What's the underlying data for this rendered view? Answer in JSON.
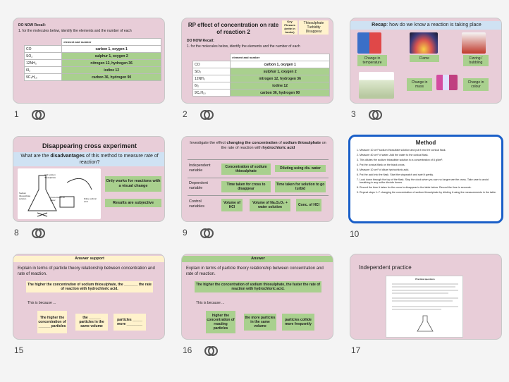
{
  "slides": [
    {
      "num": "1",
      "linked": true,
      "do_now": "DO NOW Recall:",
      "instruction": "1.   for the molecules below, identify the elements and the number of each",
      "table_header": "element and number",
      "rows": [
        {
          "f": "CO",
          "v": "carbon 1, oxygen 1"
        },
        {
          "f": "SO₂",
          "v": "sulphur 1, oxygen 2"
        },
        {
          "f": "12NH₃",
          "v": "nitrogen 12, hydrogen 36"
        },
        {
          "f": "6I₂",
          "v": "iodine 12"
        },
        {
          "f": "9C₄H₁₀",
          "v": "carbon 36, hydrogen 90"
        }
      ]
    },
    {
      "num": "2",
      "linked": true,
      "title": "RP effect of concentration on rate of reaction 2",
      "key_phrases": "Key Phrases (write in books)",
      "phrases": "Thiosulphate Turbidity Disappear",
      "do_now": "DO NOW Recall:",
      "instruction": "1.   for the molecules below, identify the elements and the number of each",
      "table_header": "element and number",
      "rows": [
        {
          "f": "CO",
          "v": "carbon 1, oxygen 1"
        },
        {
          "f": "SO₂",
          "v": "sulphur 1, oxygen 2"
        },
        {
          "f": "12NH₃",
          "v": "nitrogen 12, hydrogen 36"
        },
        {
          "f": "6I₂",
          "v": "iodine 12"
        },
        {
          "f": "9C₄H₁₀",
          "v": "carbon 36, hydrogen 90"
        }
      ]
    },
    {
      "num": "3",
      "linked": true,
      "title_bold": "Recap",
      "title_rest": ": how do we know a reaction is taking place",
      "labels": [
        "Change in temperature",
        "Flame",
        "Fizzing / bubbling",
        "Change in mass",
        "Change in colour"
      ]
    },
    {
      "num": "8",
      "linked": true,
      "title": "Disappearing cross experiment",
      "question_pre": "What are the ",
      "question_bold": "disadvantages",
      "question_post": " of this method to measure rate of reaction?",
      "answers": [
        "Only works for reactions with a visual change",
        "Results are subjective"
      ],
      "diagram_labels": [
        "Add sodium thiosulphate",
        "Cross drawn on paper",
        "Sodium thiosulphate solution",
        "Dilute sulfuric acid"
      ]
    },
    {
      "num": "9",
      "linked": true,
      "intro_pre": "Investigate the effect ",
      "intro_b1": "changing the concentration",
      "intro_m1": " of ",
      "intro_b2": "sodium thiosulphate",
      "intro_m2": " on the rate of reaction with ",
      "intro_b3": "hydrochloric acid",
      "rows": [
        {
          "label": "Independent variable",
          "a": "Concentration of sodium thiosulphate",
          "b": "Diluting using dis. water"
        },
        {
          "label": "Dependent variable",
          "a": "Time taken for cross to disappear",
          "b": "Time taken for solution to go turbid"
        },
        {
          "label": "Control variables",
          "a": "Volume of HCl",
          "b": "Volume of Na₂S₂O₃ + water solution",
          "c": "Conc. of HCl"
        }
      ]
    },
    {
      "num": "10",
      "linked": false,
      "title": "Method",
      "steps": [
        "Measure 10 cm³ sodium thiosulfate solution and put it into the conical flask.",
        "Measure 40 cm³ of water. Add the water to the conical flask.",
        "This dilutes the sodium thiosulfate solution to a concentration of 8 g/dm³.",
        "Put the conical flask on the black cross.",
        "Measure 10 cm³ of dilute hydrochloric acid.",
        "Put the acid into the flask. Start the stopwatch and swirl it gently.",
        "Look down through the top of the flask. Stop the clock when you can no longer see the cross. Take care to avoid breathing in any sulfur dioxide fumes.",
        "Record the time it takes for the cross to disappear in the table below. Record the time in seconds.",
        "Repeat steps 1–7 changing the concentration of sodium thiosulphate by diluting it using the measurements in the table."
      ]
    },
    {
      "num": "15",
      "linked": false,
      "header": "Answer support",
      "prompt": "Explain in terms of particle theory relationship between concentration and rate of reaction.",
      "statement": "The higher the concentration of sodium thiosulphate, the _______ the rate of reaction with hydrochloric acid.",
      "because": "This is because ...",
      "boxes": [
        "The higher the concentration of ______ particles",
        "the ______ particles in the same volume",
        "particles _____ more ________"
      ]
    },
    {
      "num": "16",
      "linked": true,
      "header": "Answer",
      "prompt": "Explain in terms of particle theory relationship between concentration and rate of reaction.",
      "statement": "The higher the concentration of sodium thiosulphate, the faster the rate of reaction with hydrochloric acid.",
      "because": "This is because ...",
      "boxes": [
        "higher the concentration of reacting particles",
        "the more particles in the same volume",
        "particles collide more frequently"
      ]
    },
    {
      "num": "17",
      "linked": false,
      "title": "Independent practice",
      "doc_heading": "Practical questions"
    }
  ]
}
